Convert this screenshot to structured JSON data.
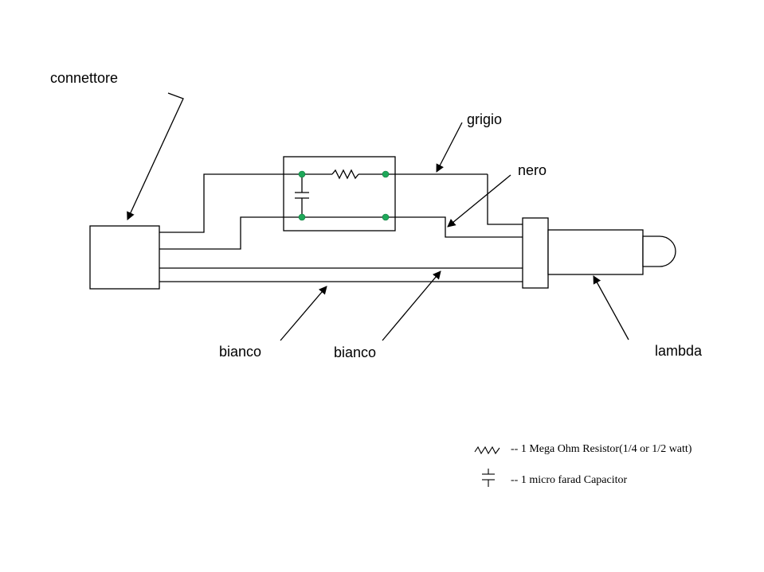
{
  "labels": {
    "connector": "connettore",
    "grey": "grigio",
    "black": "nero",
    "white_1": "bianco",
    "white_2": "bianco",
    "lambda": "lambda"
  },
  "legend": {
    "resistor": "-- 1 Mega Ohm Resistor(1/4 or 1/2 watt)",
    "capacitor": "-- 1 micro farad Capacitor"
  },
  "colors": {
    "line": "#000000",
    "node": "#1fa85a"
  }
}
